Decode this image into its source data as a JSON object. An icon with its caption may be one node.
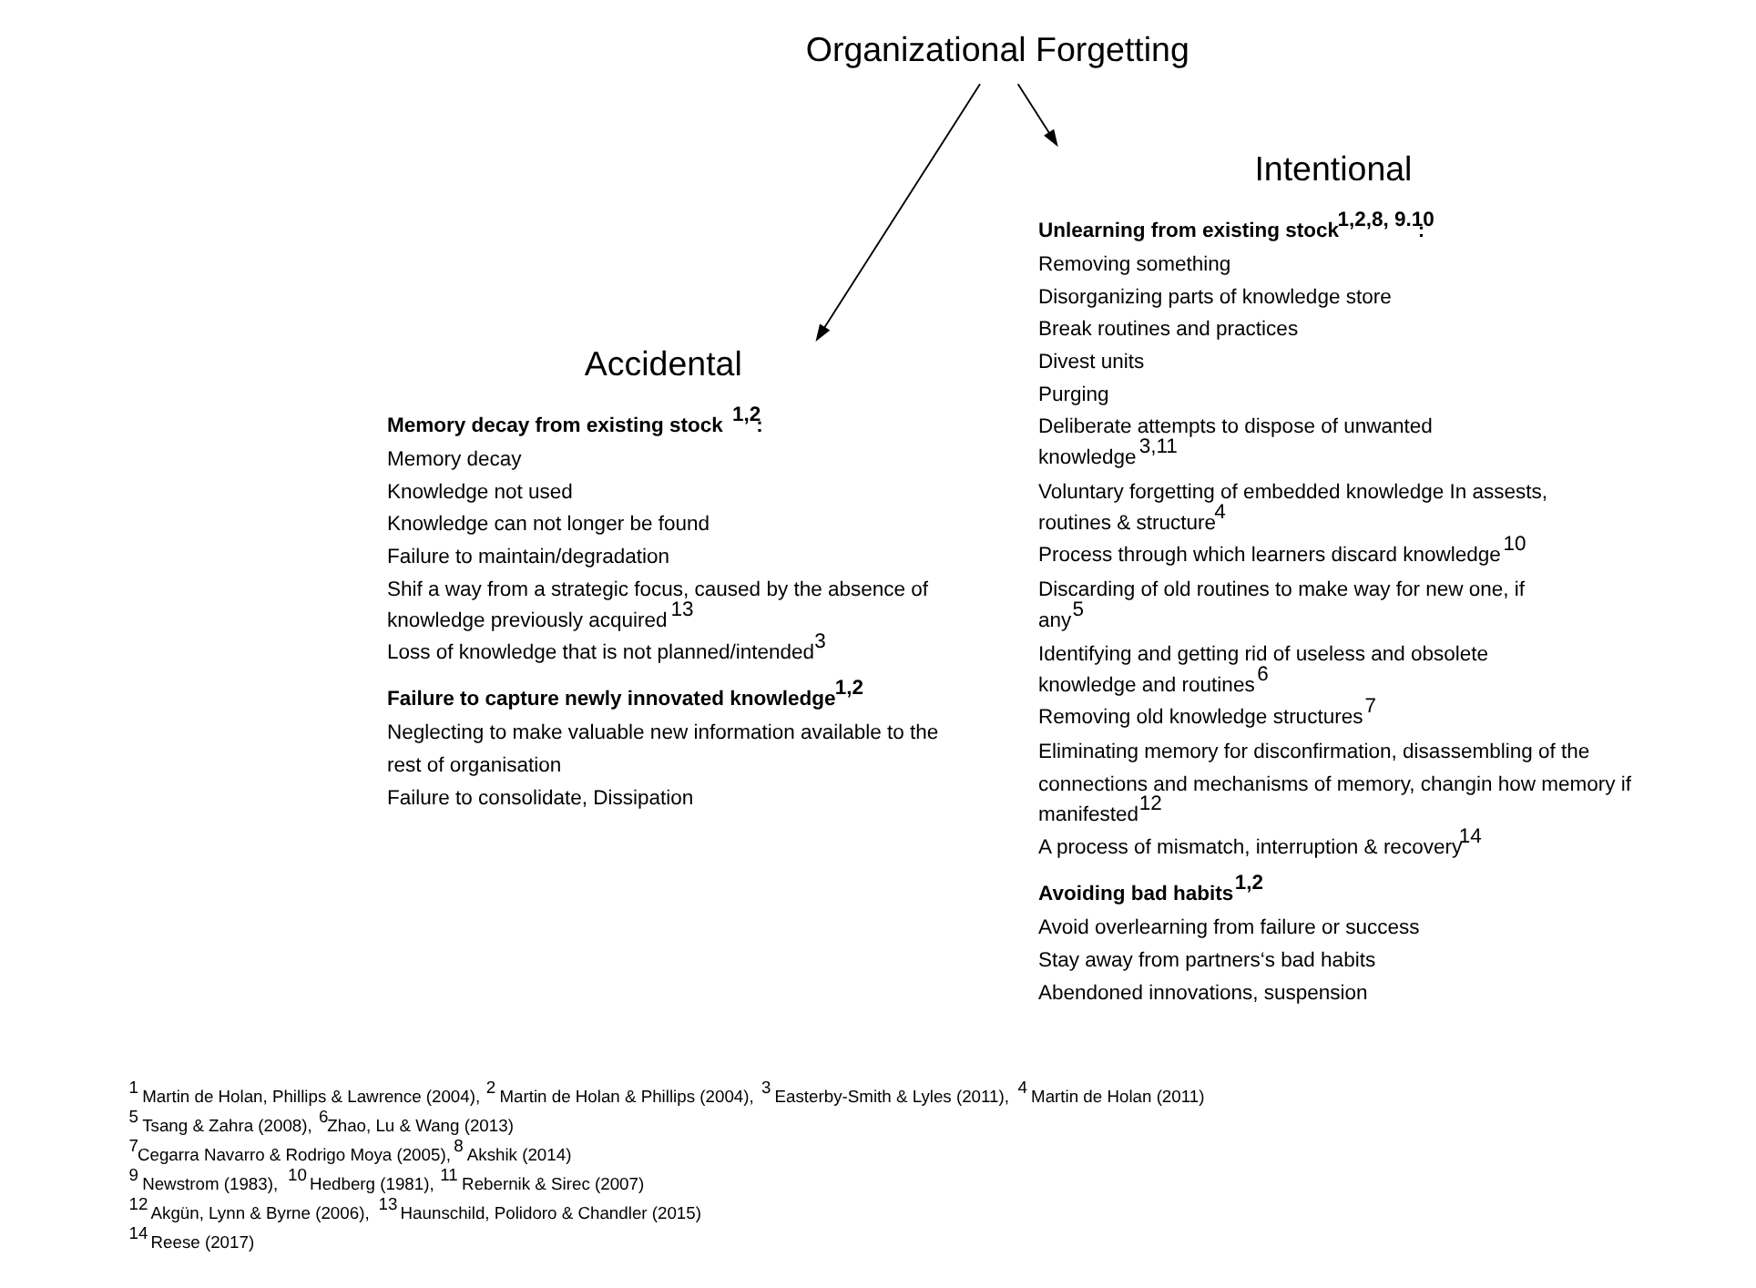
{
  "diagram": {
    "nodes": [
      {
        "text": [
          "Organizational Forgetting"
        ]
      },
      {
        "text": [
          "Accidental"
        ],
        "beside": [
          "**Memory decay from existing stock $^{1,2}$:**",
          "Memory decay",
          "Knowledge not used",
          "Knowledge can not longer be found",
          "Failure to maintain/degradation",
          "Shif a way from a strategic focus, caused by the absence of knowledge previously acquired$^{13}$",
          "Loss of knowledge that is not planned/intended$^{3}$",
          "**Failure to capture newly innovated knowledge$^{1,2}$**",
          "Neglecting to make valuable new information available to the rest of organisation",
          "Failure to consolidate, Dissipation"
        ]
      },
      {
        "text": [
          "Intentional"
        ],
        "beside": [
          "**Unlearning from existing stock$^{1,2,8, 9.10}$:**",
          "Removing something",
          "Disorganizing parts of knowledge store",
          "Break routines and practices",
          "Divest units",
          "Purging",
          "Deliberate attempts to dispose of unwanted knowledge$^{3,11}$",
          "Voluntary forgetting of embedded knowledge In assests, routines & structure$^{4}$",
          "Process through which learners discard knowledge$^{10}$",
          "Discarding of old routines to make way for new one, if any$^{5}$",
          "Identifying and getting rid of useless and obsolete knowledge and routines$^{6}$",
          "Removing old knowledge structures$^{7}$",
          "Eliminating memory for disconfirmation, disassembling of the connections and mechanisms of memory, changin how memory if manifested$^{12}$",
          "A process of mismatch, interruption & recovery$^{14}$",
          "**Avoiding bad habits$^{1,2}$**",
          "Avoid overlearning from failure or success",
          "Stay away from partners‘s bad habits",
          "Abendoned innovations, suspension"
        ]
      }
    ],
    "edges": [
      {
        "from": 0,
        "to": 1,
        "arrow": "to"
      },
      {
        "from": 0,
        "to": 2,
        "arrow": "to"
      }
    ],
    "labels": [
      "$^{1}$ Martin de Holan, Phillips & Lawrence (2004), $^{2}$ Martin de Holan & Phillips (2004), $^{3}$ Easterby-Smith & Lyles (2011), $^{4}$ Martin de Holan (2011)",
      "$^{5}$ Tsang & Zahra (2008), $^{6}$Zhao, Lu & Wang (2013)",
      "$^{7}$Cegarra Navarro & Rodrigo Moya (2005), $^{8}$ Akshik (2014)",
      "$^{9}$ Newstrom (1983), $^{10}$ Hedberg (1981), $^{11}$ Rebernik & Sirec (2007)",
      "$^{12}$ Akgün, Lynn & Byrne (2006), $^{13}$ Haunschild, Polidoro & Chandler (2015)",
      "$^{14}$ Reese (2017)"
    ]
  }
}
